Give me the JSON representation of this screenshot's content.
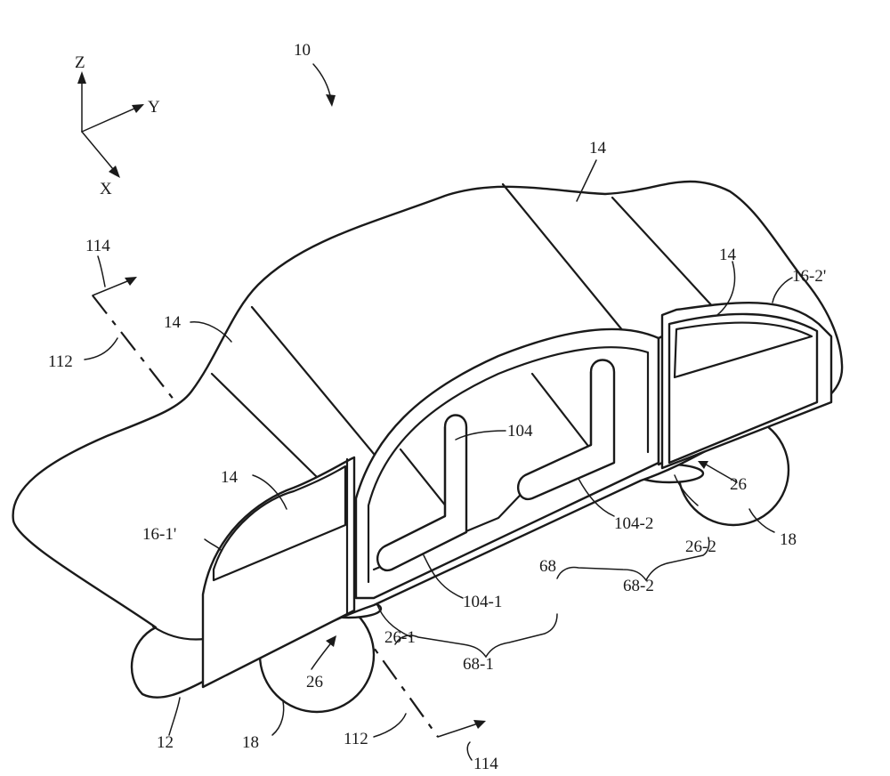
{
  "axes": {
    "z": "Z",
    "y": "Y",
    "x": "X"
  },
  "labels": {
    "ref_10": "10",
    "ref_14_roof": "14",
    "ref_14_left": "14",
    "ref_14_rear_window": "14",
    "ref_14_front_window": "14",
    "ref_16_2": "16-2'",
    "ref_16_1": "16-1'",
    "ref_114_top": "114",
    "ref_112_top": "112",
    "ref_104": "104",
    "ref_104_2": "104-2",
    "ref_104_1": "104-1",
    "ref_68": "68",
    "ref_68_2": "68-2",
    "ref_68_1": "68-1",
    "ref_26_right": "26",
    "ref_26_2": "26-2",
    "ref_26_1": "26-1",
    "ref_26_left": "26",
    "ref_18_right": "18",
    "ref_18_left": "18",
    "ref_12": "12",
    "ref_112_bottom": "112",
    "ref_114_bottom": "114"
  },
  "colors": {
    "line": "#1a1a1a",
    "background": "#ffffff"
  }
}
